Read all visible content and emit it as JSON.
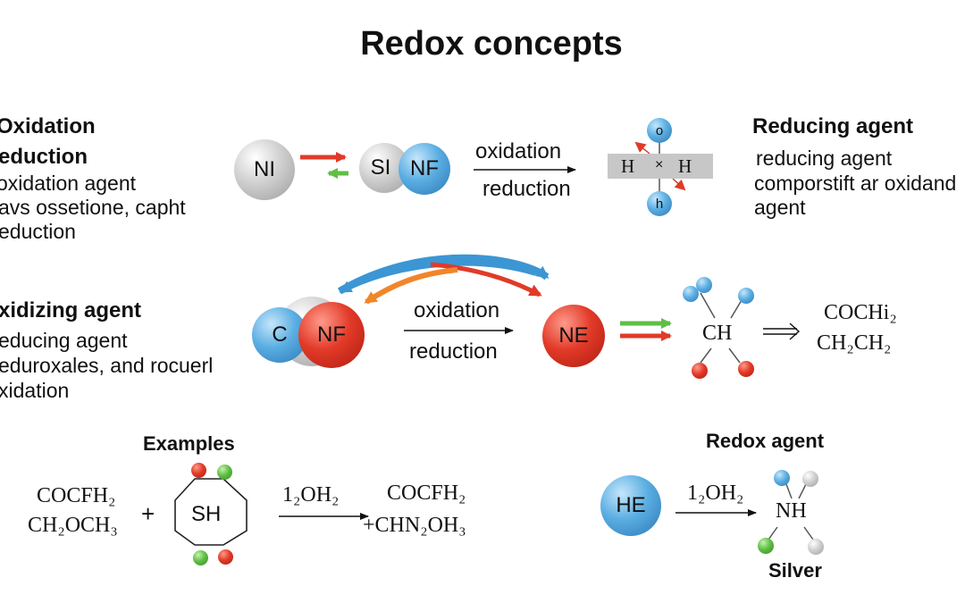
{
  "title": "Redox concepts",
  "left_top": {
    "lines": [
      "Oxidation",
      "eduction",
      "oxidation   agent",
      "avs ossetione, capht",
      "eduction"
    ]
  },
  "left_mid": {
    "heading": "xidizing agent",
    "lines": [
      "educing agent",
      "eduroxales, and rocuerl",
      "xidation"
    ]
  },
  "right_top": {
    "heading": "Reducing agent",
    "lines": [
      "reducing agent",
      "comporstift ar oxidand",
      "agent"
    ]
  },
  "row1": {
    "ball_ni": "NI",
    "ball_si": "SI",
    "ball_nf": "NF",
    "arrow_top_label": "oxidation",
    "arrow_bottom_label": "reduction",
    "molecule": {
      "top": "o",
      "left": "H",
      "center": "×",
      "right": "H",
      "bottom": "h"
    }
  },
  "row2": {
    "ball_c": "C",
    "ball_nf": "NF",
    "arrow_top_label": "oxidation",
    "arrow_bottom_label": "reduction",
    "ball_ne": "NE",
    "ch_label": "CH",
    "product_line1": "COCHі₂",
    "product_line2": "CH₂CH₂"
  },
  "examples": {
    "heading": "Examples",
    "reactant_line1": "COCFH₂",
    "reactant_line2": "CH₂OCH₃",
    "plus": "+",
    "ring_label": "SH",
    "arrow_label": "1₂OH₂",
    "product_line1": "COCFH₂",
    "product_line2": "+CHN₂OH₃"
  },
  "redox_agent": {
    "heading": "Redox agent",
    "ball_he": "HE",
    "arrow_label": "1₂OH₂",
    "nh_label": "NH",
    "caption": "Silver"
  }
}
